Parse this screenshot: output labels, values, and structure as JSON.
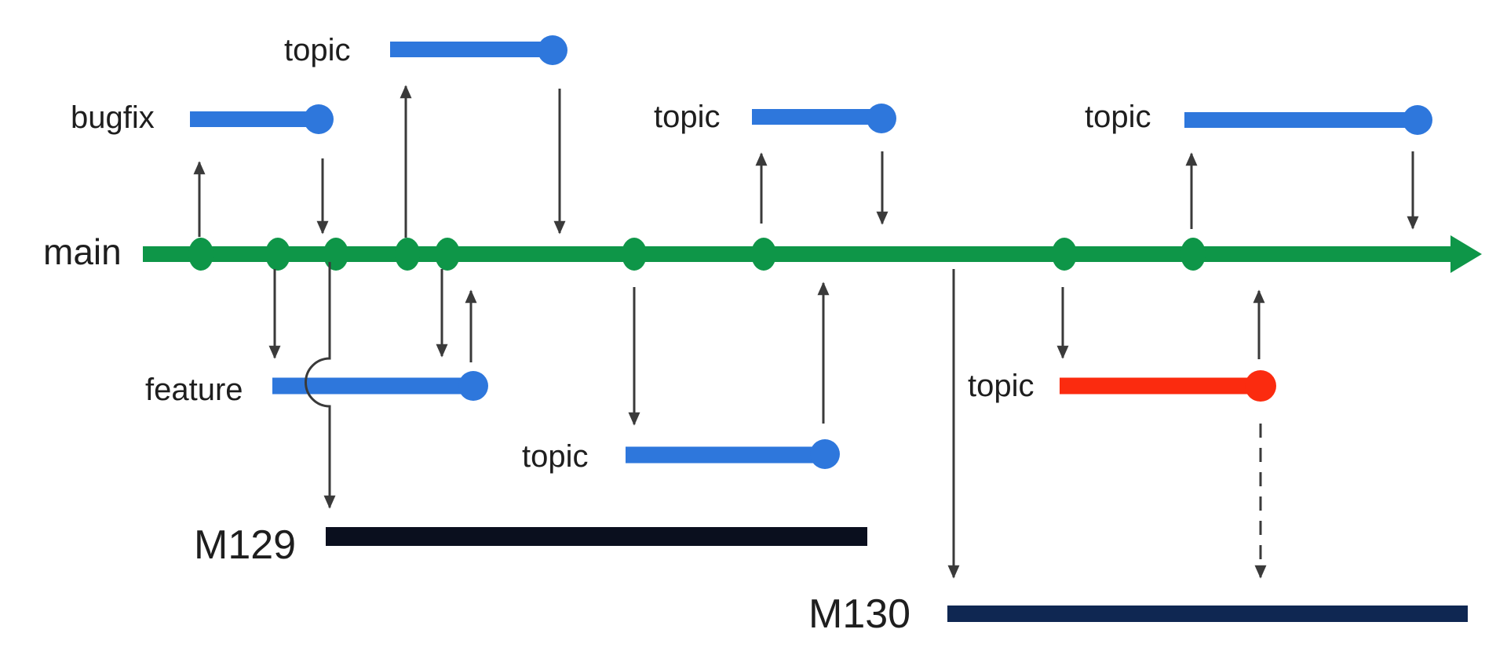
{
  "diagram": {
    "type": "git-branch-timeline",
    "trunk": {
      "label": "main",
      "color": "#0E9648",
      "commit_count": 9,
      "direction": "left-to-right-arrow"
    },
    "branches": [
      {
        "label": "bugfix",
        "row": "above-main",
        "color": "#2E77DC",
        "branched_from_main": true,
        "merged_to_main": true
      },
      {
        "label": "topic",
        "row": "top",
        "color": "#2E77DC",
        "branched_from_main": true,
        "merged_to_main": true
      },
      {
        "label": "topic",
        "row": "above-main",
        "color": "#2E77DC",
        "branched_from_main": true,
        "merged_to_main": true
      },
      {
        "label": "topic",
        "row": "above-main",
        "color": "#2E77DC",
        "branched_from_main": true,
        "merged_to_main": true
      },
      {
        "label": "feature",
        "row": "below-main",
        "color": "#2E77DC",
        "branched_from_main": true,
        "merged_to_main": true
      },
      {
        "label": "topic",
        "row": "below-main",
        "color": "#2E77DC",
        "branched_from_main": true,
        "merged_to_main": true
      },
      {
        "label": "topic",
        "row": "below-main",
        "color": "#FB2B0F",
        "branched_from_main": true,
        "merged_to_main": true,
        "dashed_link_to": "M130"
      }
    ],
    "milestones": [
      {
        "label": "M129",
        "bar_color": "#0A0F1E",
        "fed_by": "line hopping over feature branch"
      },
      {
        "label": "M130",
        "bar_color": "#0F2752",
        "fed_by": "long arrow from main and dashed arrow from red topic"
      }
    ],
    "arrow_color": "#3A3A3A",
    "text_color": "#1E1E1E",
    "background": "#FFFFFF"
  },
  "labels": {
    "main": "main",
    "bugfix": "bugfix",
    "topic_top": "topic",
    "topic_upper_mid": "topic",
    "topic_upper_right": "topic",
    "feature": "feature",
    "topic_lower_mid": "topic",
    "topic_lower_right": "topic",
    "m129": "M129",
    "m130": "M130"
  }
}
